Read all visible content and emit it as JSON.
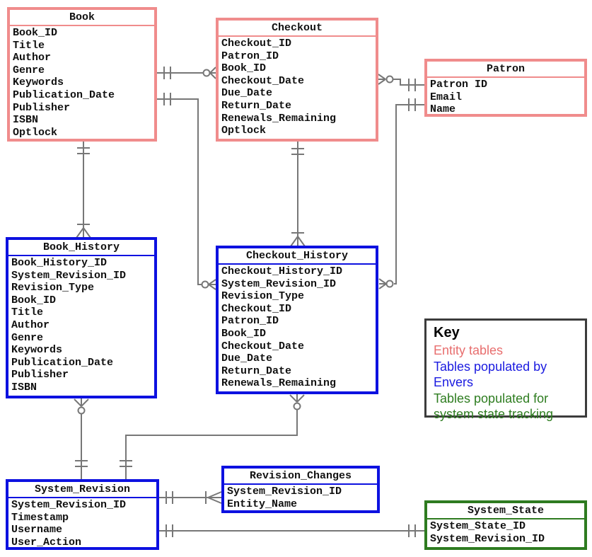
{
  "tables": [
    {
      "title": "Book",
      "fields": [
        "Book_ID",
        "Title",
        "Author",
        "Genre",
        "Keywords",
        "Publication_Date",
        "Publisher",
        "ISBN",
        "Optlock"
      ],
      "category": "entity"
    },
    {
      "title": "Checkout",
      "fields": [
        "Checkout_ID",
        "Patron_ID",
        "Book_ID",
        "Checkout_Date",
        "Due_Date",
        "Return_Date",
        "Renewals_Remaining",
        "Optlock"
      ],
      "category": "entity"
    },
    {
      "title": "Patron",
      "fields": [
        "Patron ID",
        "Email",
        "Name"
      ],
      "category": "entity"
    },
    {
      "title": "Book_History",
      "fields": [
        "Book_History_ID",
        "System_Revision_ID",
        "Revision_Type",
        "Book_ID",
        "Title",
        "Author",
        "Genre",
        "Keywords",
        "Publication_Date",
        "Publisher",
        "ISBN"
      ],
      "category": "envers"
    },
    {
      "title": "Checkout_History",
      "fields": [
        "Checkout_History_ID",
        "System_Revision_ID",
        "Revision_Type",
        "Checkout_ID",
        "Patron_ID",
        "Book_ID",
        "Checkout_Date",
        "Due_Date",
        "Return_Date",
        "Renewals_Remaining"
      ],
      "category": "envers"
    },
    {
      "title": "System_Revision",
      "fields": [
        "System_Revision_ID",
        "Timestamp",
        "Username",
        "User_Action"
      ],
      "category": "envers"
    },
    {
      "title": "Revision_Changes",
      "fields": [
        "System_Revision_ID",
        "Entity_Name"
      ],
      "category": "envers"
    },
    {
      "title": "System_State",
      "fields": [
        "System_State_ID",
        "System_Revision_ID"
      ],
      "category": "state"
    }
  ],
  "key": {
    "title": "Key",
    "entries": [
      {
        "label": "Entity tables",
        "color": "#e86e6e"
      },
      {
        "label": "Tables populated by Envers",
        "color": "#1a1ae0"
      },
      {
        "label": "Tables populated for system state tracking",
        "color": "#2e7d20"
      }
    ]
  },
  "colors": {
    "entity_border": "#f08c8c",
    "envers_border": "#0d11e0",
    "state_border": "#2e7b20",
    "key_border": "#3c3c3c",
    "relationship_line": "#777777"
  },
  "relationships": [
    {
      "from": "Book",
      "to": "Checkout",
      "from_cardinality": "one and only one",
      "to_cardinality": "zero or many"
    },
    {
      "from": "Book",
      "to": "Book_History",
      "from_cardinality": "one and only one",
      "to_cardinality": "one or many"
    },
    {
      "from": "Book",
      "to": "Checkout_History",
      "from_cardinality": "one and only one",
      "to_cardinality": "zero or many"
    },
    {
      "from": "Patron",
      "to": "Checkout",
      "from_cardinality": "one and only one",
      "to_cardinality": "zero or many"
    },
    {
      "from": "Patron",
      "to": "Checkout_History",
      "from_cardinality": "one and only one",
      "to_cardinality": "zero or many"
    },
    {
      "from": "Checkout",
      "to": "Checkout_History",
      "from_cardinality": "one and only one",
      "to_cardinality": "one or many"
    },
    {
      "from": "System_Revision",
      "to": "Book_History",
      "from_cardinality": "one and only one",
      "to_cardinality": "zero or many"
    },
    {
      "from": "System_Revision",
      "to": "Checkout_History",
      "from_cardinality": "one and only one",
      "to_cardinality": "zero or many"
    },
    {
      "from": "System_Revision",
      "to": "Revision_Changes",
      "from_cardinality": "one and only one",
      "to_cardinality": "one or many"
    },
    {
      "from": "System_Revision",
      "to": "System_State",
      "from_cardinality": "one and only one",
      "to_cardinality": "one and only one"
    }
  ]
}
